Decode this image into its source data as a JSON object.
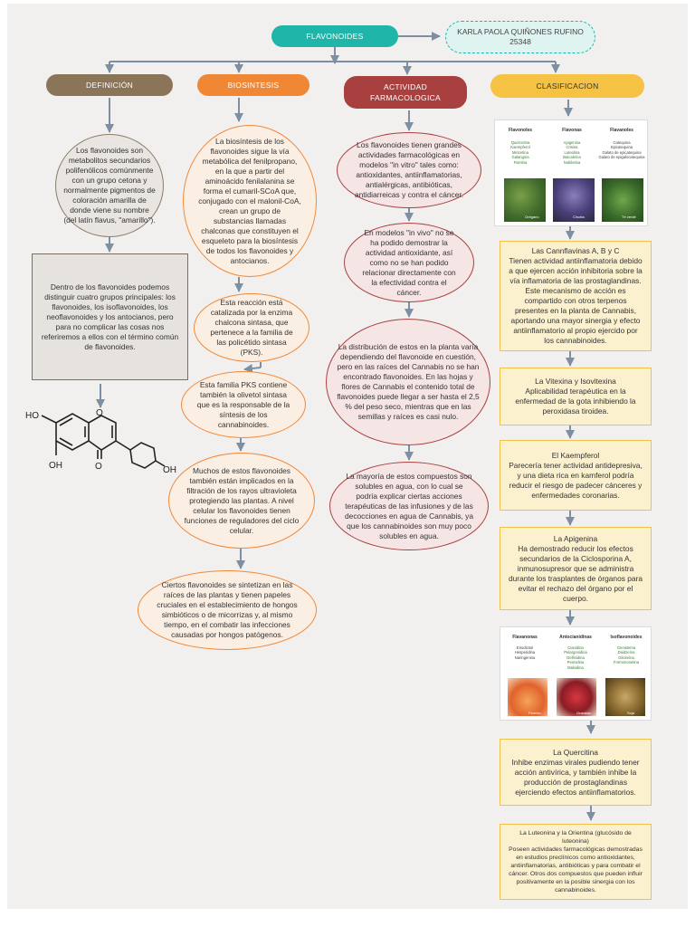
{
  "title": "FLAVONOIDES",
  "author": {
    "name": "KARLA PAOLA QUIÑONES RUFINO",
    "code": "25348"
  },
  "headers": {
    "definicion": "DEFINICIÓN",
    "biosintesis": "BIOSINTESIS",
    "actividad": "ACTIVIDAD FARMACOLOGICA",
    "clasificacion": "CLASIFICACION"
  },
  "definicion": {
    "bubble": "Los flavonoides son metabolitos secundarios polifenólicos comúnmente con un grupo cetona y normalmente pigmentos de coloración amarilla de donde viene su nombre (del latín flavus, \"amarillo\").",
    "box": "Dentro de los flavonoides podemos distinguir cuatro grupos principales: los flavonoides, los isoflavonoides, los neoflavonoides y los antocianos, pero para no complicar las cosas nos referiremos a ellos con el término común de flavonoides."
  },
  "molecule_labels": {
    "ho_top": "HO",
    "oh_bottom": "OH",
    "o_ring": "O",
    "o_ketone": "O",
    "oh_right": "OH"
  },
  "biosintesis": [
    "La biosíntesis de los flavonoides sigue la vía metabólica del fenilpropano, en la que a partir del aminoácido fenilalanina se forma el cumaril-SCoA que, conjugado con el malonil-CoA, crean un grupo de substancias llamadas chalconas que constituyen el esqueleto para la biosíntesis de todos los flavonoides y antocianos.",
    "Esta reacción está catalizada por la enzima chalcona sintasa, que pertenece a la familia de las policétido sintasa (PKS).",
    "Esta familia PKS contiene también la olivetol sintasa que es la responsable de la síntesis de los cannabinoides.",
    "Muchos de estos flavonoides también están implicados en la filtración de los rayos ultravioleta protegiendo las plantas. A nivel celular los flavonoides tienen funciones de reguladores del ciclo celular.",
    "Ciertos flavonoides se sintetizan en las raíces de las plantas y tienen papeles cruciales en el establecimiento de hongos simbióticos o de micorrizas y, al mismo tiempo, en el combatir las infecciones causadas por hongos patógenos."
  ],
  "actividad": [
    "Los flavonoides tienen grandes actividades farmacológicas en modelos \"in vitro\" tales como: antioxidantes, antiinflamatorias, antialérgicas, antibióticas, antidiarreicas y contra el cáncer.",
    "En modelos \"in vivo\" no se ha podido demostrar la actividad antioxidante, así como no se han podido relacionar directamente con la efectividad contra el cáncer.",
    "La distribución de estos en la planta varía dependiendo del flavonoide en cuestión, pero en las raíces del Cannabis no se han encontrado flavonoides. En las hojas y flores de Cannabis el contenido total de flavonoides puede llegar a ser hasta el 2,5 % del peso seco, mientras que en las semillas y raíces es casi nulo.",
    "La mayoría de estos compuestos son solubles en agua, con lo cual se podría explicar ciertas acciones terapéuticas de las infusiones y de las decocciones en agua de Cannabis, ya que los cannabinoides son muy poco solubles en agua."
  ],
  "clasificacion_panel1": {
    "columns": [
      {
        "heading": "Flavonoles",
        "items": [
          "Quercetina",
          "Kaempferol",
          "Miricetina",
          "Galangina",
          "Fisetina"
        ],
        "caption": "Orégano"
      },
      {
        "heading": "Flavonas",
        "items": [
          "Apigenina",
          "Crisina",
          "Luteolina",
          "Baicaleína",
          "Nobiletina"
        ],
        "caption": "Ciruela"
      },
      {
        "heading": "Flavanoles",
        "items": [
          "Catequina",
          "Epicatequina",
          "Galato de epicatequina",
          "Galato de epigalocatequina"
        ],
        "caption": "Té verde"
      }
    ]
  },
  "clasificacion": [
    {
      "title": "Las Cannflavinas A, B y C",
      "text": "Tienen actividad antiinflamatoria debido a que ejercen acción inhibitoria sobre la vía inflamatoria de las prostaglandinas. Este mecanismo de acción es compartido con otros terpenos presentes en la planta de Cannabis, aportando una mayor sinergia y efecto antiinflamatorio al propio ejercido por los cannabinoides."
    },
    {
      "title": "La Vitexina y Isovitexina",
      "text": "Aplicabilidad terapéutica en la enfermedad de la gota inhibiendo la peroxidasa tiroidea."
    },
    {
      "title": "El Kaempferol",
      "text": "Parecería tener actividad antidepresiva, y una dieta rica en kamferol podría reducir el riesgo de padecer cánceres y enfermedades coronarias."
    },
    {
      "title": "La Apigenina",
      "text": "Ha demostrado reducir los efectos secundarios de la Ciclosporina A, inmunosupresor que se administra durante los trasplantes de órganos para evitar el rechazo del órgano por el cuerpo."
    }
  ],
  "clasificacion_panel2": {
    "columns": [
      {
        "heading": "Flavanonas",
        "items": [
          "Eriodictiol",
          "Hesperidina",
          "Naringenina"
        ],
        "caption": "Pomelo"
      },
      {
        "heading": "Antocianidinas",
        "items": [
          "Cianidina",
          "Pelargonidina",
          "Delfinidina",
          "Peonidina",
          "Malvidina"
        ],
        "caption": "Granada"
      },
      {
        "heading": "Isoflavonoides",
        "items": [
          "Genisteína",
          "Daidzeína",
          "Gliciteína",
          "Formononetina"
        ],
        "caption": "Soja"
      }
    ]
  },
  "clasificacion_extra": [
    {
      "title": "La Quercitina",
      "text": "Inhibe enzimas virales pudiendo tener acción antivírica, y también inhibe la producción de prostaglandinas ejerciendo efectos antiinflamatorios."
    },
    {
      "title": "La Luteonina y la Orientina (glucósido de luteonina)",
      "text": "Poseen actividades farmacológicas demostradas en estudios preclínicos como antioxidantes, antiinflamatorias, antibióticas y para combatir el cáncer. Otros dos compuestos que pueden influir positivamente en la posible sinergia con los cannabinoides."
    }
  ],
  "colors": {
    "teal": "#1fb5a8",
    "brown": "#8a7559",
    "orange": "#ef8734",
    "red": "#a8403f",
    "yellow": "#f6c244",
    "connector": "#7d8fa3"
  }
}
